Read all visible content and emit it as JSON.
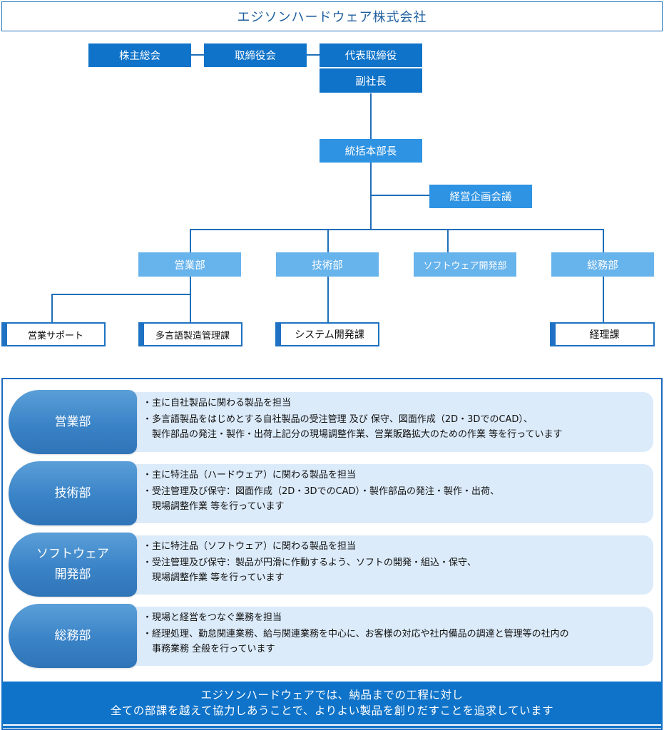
{
  "company_title": "エジソンハードウェア株式会社",
  "org": {
    "shareholders": "株主総会",
    "board": "取締役会",
    "ceo": "代表取締役",
    "vp": "副社長",
    "general_manager": "統括本部長",
    "planning_meeting": "経営企画会議",
    "departments": [
      "営業部",
      "技術部",
      "ソフトウェア開発部",
      "総務部"
    ],
    "sections": {
      "sales_support": "営業サポート",
      "multilang": "多言語製造管理課",
      "system_dev": "システム開発課",
      "accounting": "経理課"
    }
  },
  "descriptions": [
    {
      "dept": [
        "営業部"
      ],
      "lines": [
        "・主に自社製品に関わる製品を担当",
        "・多言語製品をはじめとする自社製品の受注管理 及び 保守、図面作成（2D・3DでのCAD）、",
        "　製作部品の発注・製作・出荷上記分の現場調整作業、営業販路拡大のための作業 等を行っています"
      ]
    },
    {
      "dept": [
        "技術部"
      ],
      "lines": [
        "・主に特注品（ハードウェア）に関わる製品を担当",
        "・受注管理及び保守：図面作成（2D・3DでのCAD）・製作部品の発注・製作・出荷、",
        "　現場調整作業 等を行っています"
      ]
    },
    {
      "dept": [
        "ソフトウェア",
        "開発部"
      ],
      "lines": [
        "・主に特注品（ソフトウェア）に関わる製品を担当",
        "・受注管理及び保守：製品が円滑に作動するよう、ソフトの開発・組込・保守、",
        "　現場調整作業 等を行っています"
      ]
    },
    {
      "dept": [
        "総務部"
      ],
      "lines": [
        "・現場と経営をつなぐ業務を担当",
        "・経理処理、勤怠関連業務、給与関連業務を中心に、お客様の対応や社内備品の調達と管理等の社内の",
        "　事務業務 全般を行っています"
      ]
    }
  ],
  "footer": {
    "line1": "エジソンハードウェアでは、納品までの工程に対し",
    "line2": "全ての部課を越えて協力しあうことで、よりよい製品を創りだすことを追求しています"
  },
  "colors": {
    "primary": "#0f73c9",
    "mid": "#2e93e3",
    "light": "#67b3ec",
    "row_bg": "#dcebfa"
  }
}
